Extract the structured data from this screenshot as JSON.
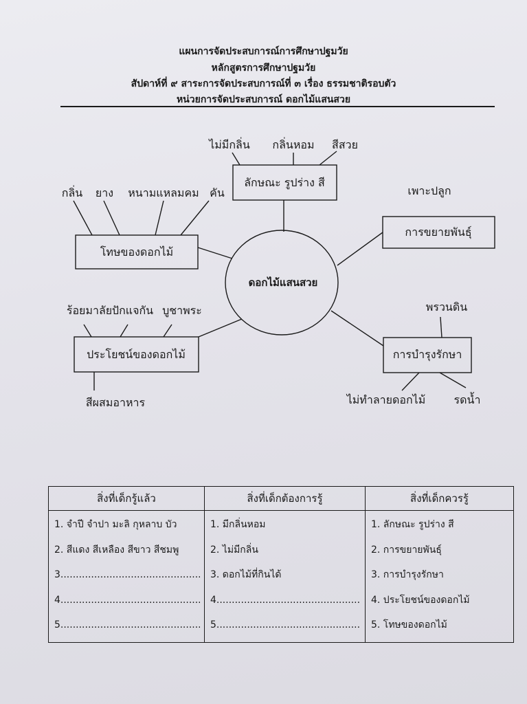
{
  "header": {
    "line1": "แผนการจัดประสบการณ์การศึกษาปฐมวัย",
    "line2": "หลักสูตรการศึกษาปฐมวัย",
    "line3": "สัปดาห์ที่ ๙  สาระการจัดประสบการณ์ที่ ๓ เรื่อง ธรรมชาติรอบตัว",
    "line4": "หน่วยการจัดประสบการณ์  ดอกไม้แสนสวย"
  },
  "web": {
    "center": "ดอกไม้แสนสวย",
    "characteristics": {
      "label": "ลักษณะ รูปร่าง สี",
      "items": [
        "ไม่มีกลิ่น",
        "กลิ่นหอม",
        "สีสวย"
      ]
    },
    "harm": {
      "label": "โทษของดอกไม้",
      "items": [
        "กลิ่น",
        "ยาง",
        "หนามแหลมคม",
        "คัน"
      ]
    },
    "propagation": {
      "label": "การขยายพันธุ์",
      "items": [
        "เพาะปลูก"
      ]
    },
    "benefit": {
      "label": "ประโยชน์ของดอกไม้",
      "items": [
        "ร้อยมาลัย",
        "ปักแจกัน",
        "บูชาพระ",
        "สีผสมอาหาร"
      ]
    },
    "care": {
      "label": "การบำรุงรักษา",
      "items": [
        "พรวนดิน",
        "ไม่ทำลายดอกไม้",
        "รดน้ำ"
      ]
    }
  },
  "table": {
    "headers": [
      "สิ่งที่เด็กรู้แล้ว",
      "สิ่งที่เด็กต้องการรู้",
      "สิ่งที่เด็กควรรู้"
    ],
    "col1": [
      "1. จำปี จำปา  มะลิ กุหลาบ บัว",
      "2. สีแดง สีเหลือง สีขาว สีชมพู",
      "3.......................................................",
      "4.......................................................",
      "5......................................................."
    ],
    "col2": [
      "1. มีกลิ่นหอม",
      "2. ไม่มีกลิ่น",
      "3. ดอกไม้ที่กินได้",
      "4...........................................................",
      "5..........................................................."
    ],
    "col3": [
      "1. ลักษณะ  รูปร่าง  สี",
      "2. การขยายพันธุ์",
      "3. การบำรุงรักษา",
      "4. ประโยชน์ของดอกไม้",
      "5. โทษของดอกไม้"
    ]
  }
}
